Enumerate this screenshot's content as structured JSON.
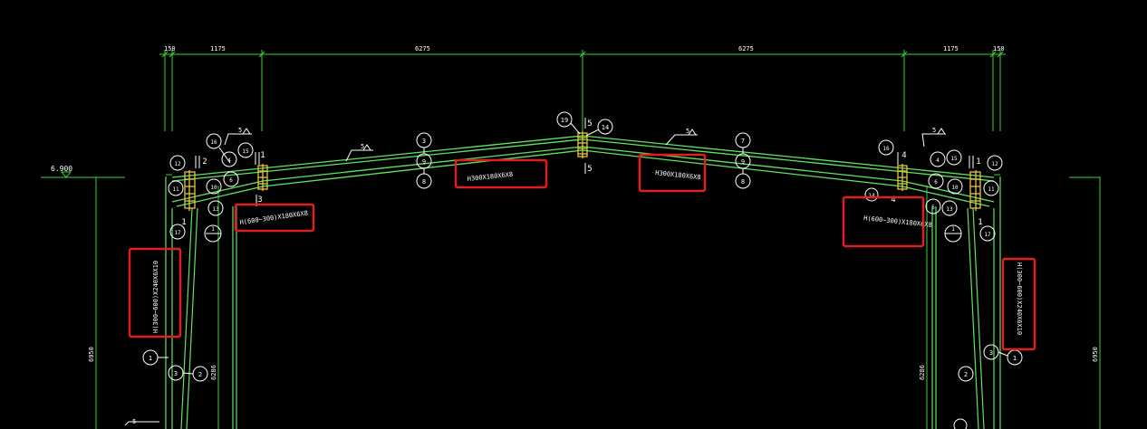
{
  "drawing": {
    "background": "#000000",
    "line_color": "#39d239",
    "member_color": "#5fe35f",
    "text_color": "#ffffff",
    "joint_color": "#e8c630",
    "highlight_color": "#e0201e",
    "dimensions_top": [
      "150",
      "1175",
      "6275",
      "6275",
      "1175",
      "150"
    ],
    "elevation_label": "6.900",
    "height_dims": [
      "6950",
      "6286",
      "6286",
      "6950"
    ],
    "labels": {
      "rafter_left": "H(600~300)X180X6X8",
      "rafter_mid_left": "H300X180X6X8",
      "rafter_mid_right": "H300X180X6X8",
      "rafter_right": "H(600~300)X180X6X8",
      "column_left": "H(300~600)X240X6X10",
      "column_right": "H(300~600)X240X6X10"
    },
    "callouts": {
      "ridge": [
        "19",
        "14"
      ],
      "left_eave": [
        "16",
        "12",
        "11",
        "10",
        "15",
        "6",
        "4",
        "13",
        "17",
        "1"
      ],
      "left_rafter": [
        "3",
        "9",
        "8"
      ],
      "right_rafter": [
        "7",
        "9",
        "8"
      ],
      "right_eave": [
        "16",
        "12",
        "11",
        "10",
        "15",
        "6",
        "4",
        "5",
        "13",
        "17",
        "1"
      ],
      "left_column": [
        "1",
        "3",
        "2"
      ],
      "right_column": [
        "1",
        "3",
        "2"
      ]
    },
    "marks": {
      "ridge_top": "5",
      "ridge_bottom": "5",
      "weld": "5",
      "section_1": "1",
      "section_2": "2",
      "section_3": "3",
      "section_4": "4"
    }
  }
}
